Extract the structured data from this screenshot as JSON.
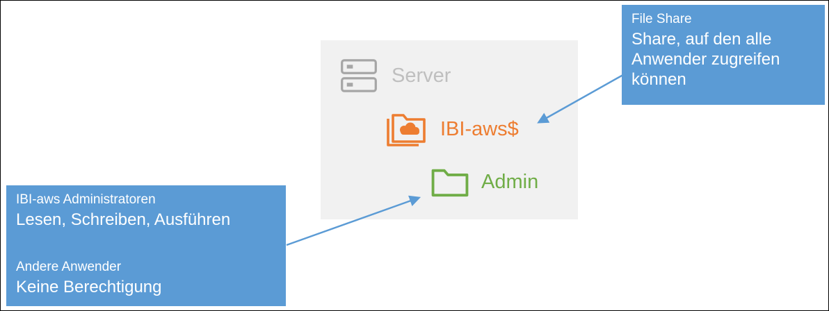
{
  "colors": {
    "callout_bg": "#5B9BD5",
    "callout_text": "#FFFFFF",
    "gray_icon": "#A6A6A6",
    "gray_label": "#BFBFBF",
    "orange": "#ED7D31",
    "green": "#70AD47",
    "arrow": "#5B9BD5",
    "panel_bg": "#F1F1F1"
  },
  "panel": {
    "server_label": "Server",
    "share_label": "IBI-aws$",
    "admin_label": "Admin"
  },
  "file_share_callout": {
    "title": "File Share",
    "body": "Share, auf den alle Anwender zugreifen können"
  },
  "permissions_callout": {
    "admins_title": "IBI-aws Administratoren",
    "admins_body": "Lesen, Schreiben, Ausführen",
    "others_title": "Andere Anwender",
    "others_body": "Keine Berechtigung"
  },
  "icons": {
    "server": "server-icon",
    "share": "cloud-share-folder-icon",
    "admin": "folder-icon"
  }
}
